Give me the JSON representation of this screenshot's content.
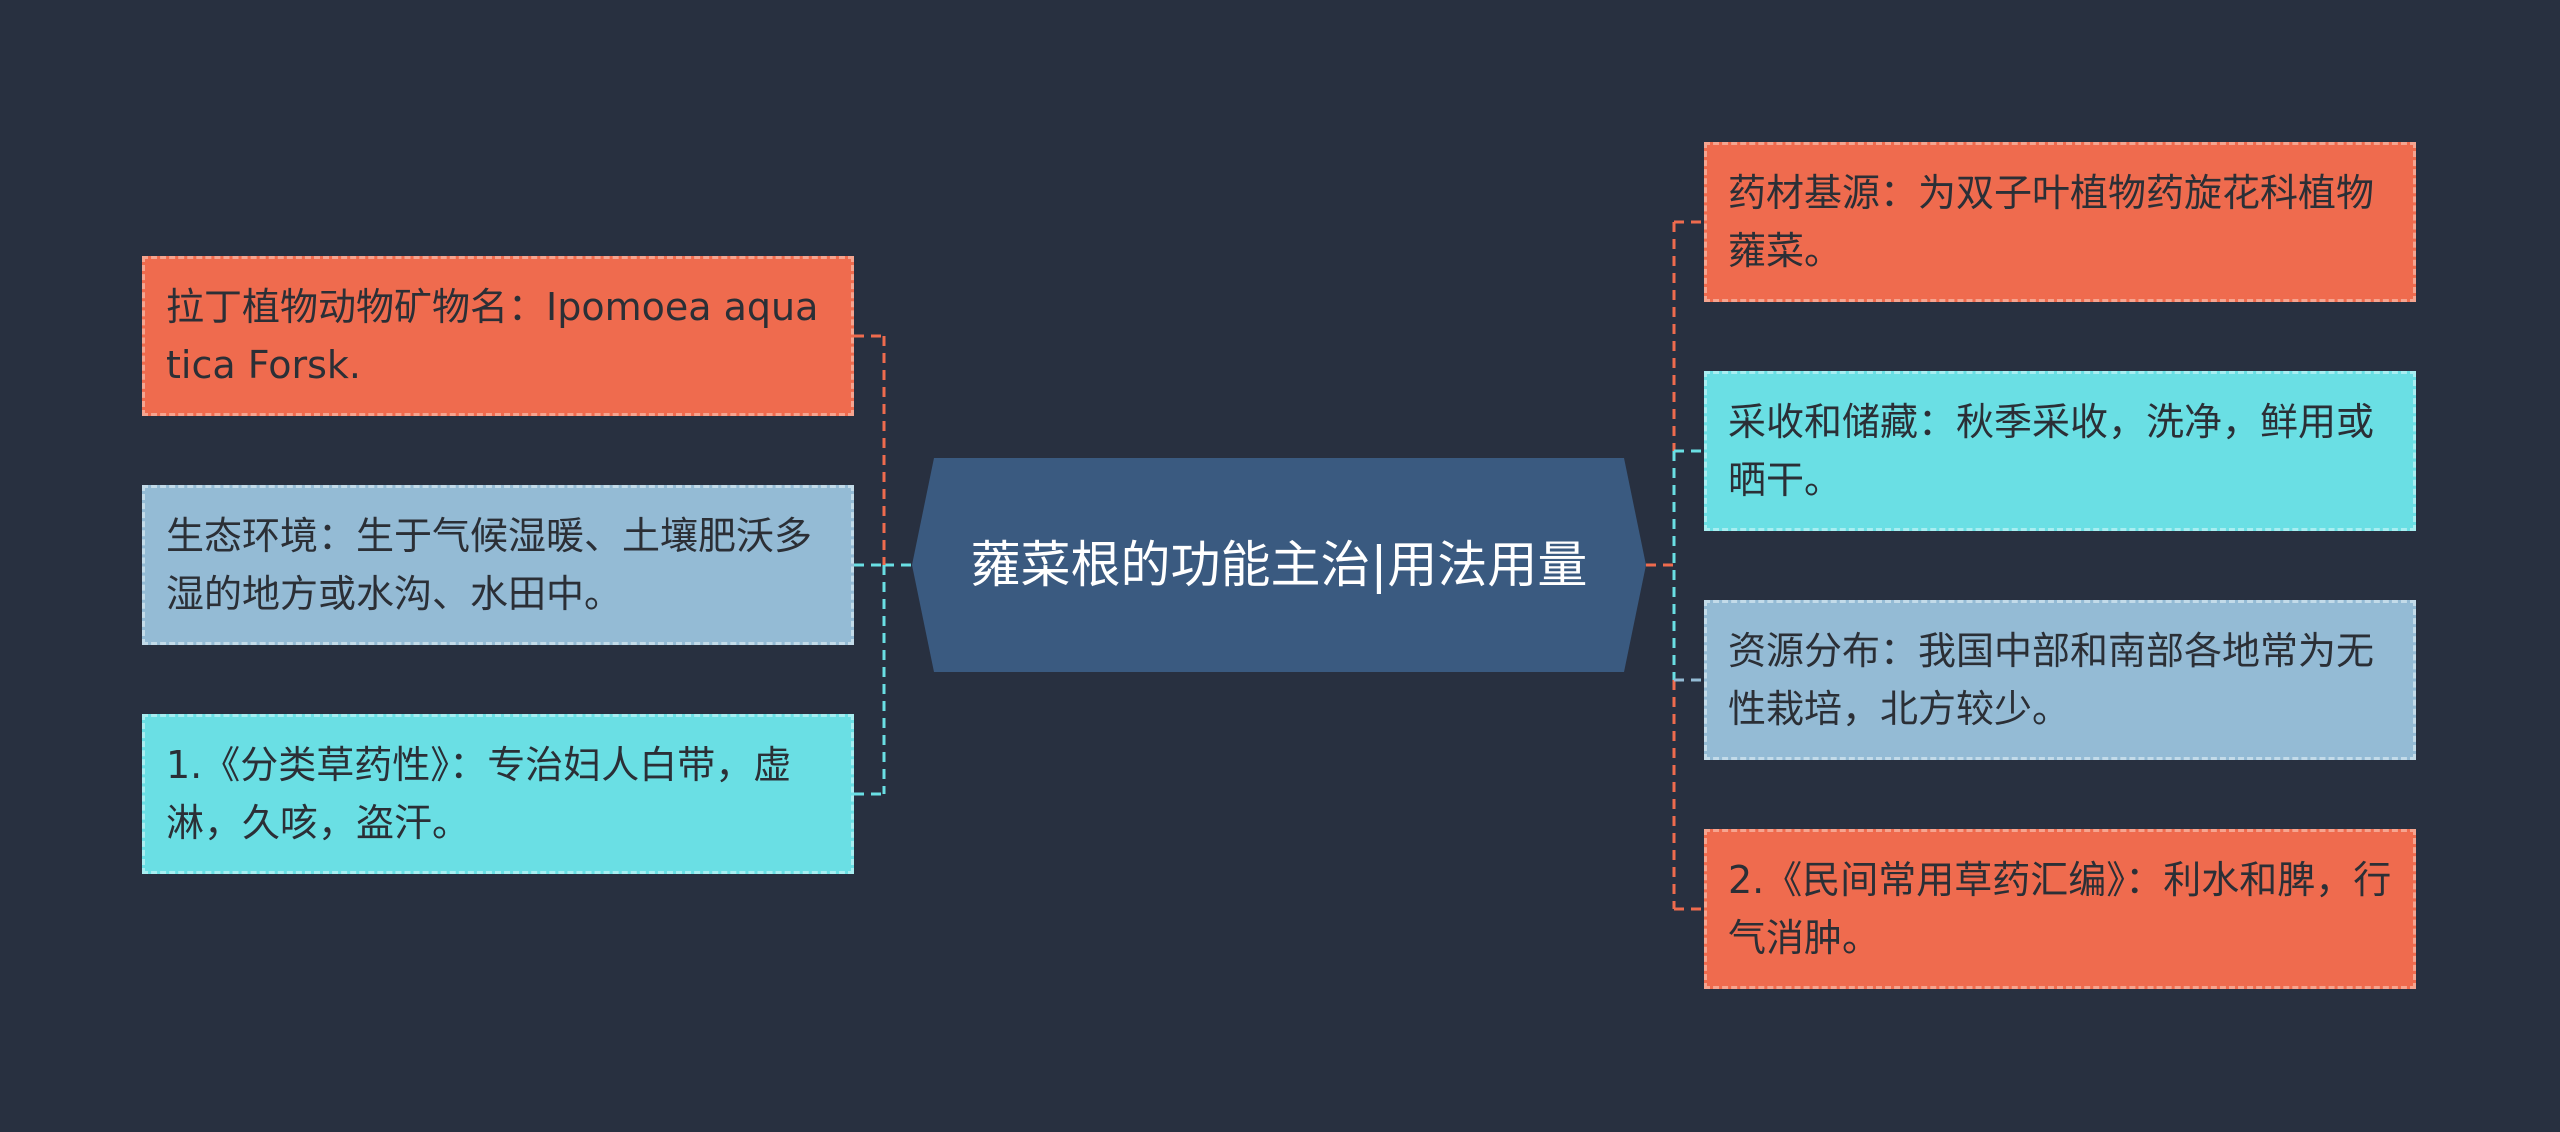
{
  "center": {
    "title": "蕹菜根的功能主治|用法用量",
    "color": "#3a5a80"
  },
  "left_nodes": [
    {
      "text": "拉丁植物动物矿物名：Ipomoea aquatica Forsk.",
      "style": "orange",
      "link_color": "#ef6b4e"
    },
    {
      "text": "生态环境：生于气候湿暖、土壤肥沃多湿的地方或水沟、水田中。",
      "style": "steel",
      "link_color": "#6adfe4"
    },
    {
      "text": "1.《分类草药性》：专治妇人白带，虚淋，久咳，盗汗。",
      "style": "cyan",
      "link_color": "#6adfe4"
    }
  ],
  "right_nodes": [
    {
      "text": "药材基源：为双子叶植物药旋花科植物蕹菜。",
      "style": "orange",
      "link_color": "#ef6b4e"
    },
    {
      "text": "采收和储藏：秋季采收，洗净，鲜用或晒干。",
      "style": "cyan",
      "link_color": "#6adfe4"
    },
    {
      "text": "资源分布：我国中部和南部各地常为无性栽培，北方较少。",
      "style": "steel",
      "link_color": "#94bbd5"
    },
    {
      "text": "2.《民间常用草药汇编》：利水和脾，行气消肿。",
      "style": "orange",
      "link_color": "#ef6b4e"
    }
  ]
}
